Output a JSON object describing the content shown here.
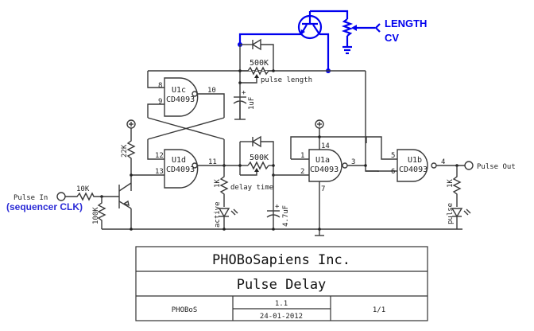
{
  "schematic": {
    "title_block": {
      "company": "PHOBoSapiens Inc.",
      "title": "Pulse Delay",
      "author": "PHOBoS",
      "version": "1.1",
      "date": "24-01-2012",
      "sheet": "1/1"
    },
    "gates": [
      {
        "ref": "U1c",
        "part": "CD4093",
        "pins": {
          "in_a": "8",
          "in_b": "9",
          "out": "10"
        }
      },
      {
        "ref": "U1d",
        "part": "CD4093",
        "pins": {
          "in_a": "12",
          "in_b": "13",
          "out": "11"
        }
      },
      {
        "ref": "U1a",
        "part": "CD4093",
        "pins": {
          "in_a": "1",
          "in_b": "2",
          "out": "3",
          "vdd": "14",
          "vss": "7"
        }
      },
      {
        "ref": "U1b",
        "part": "CD4093",
        "pins": {
          "in_a": "5",
          "in_b": "6",
          "out": "4"
        }
      }
    ],
    "components": {
      "pot_pulse_value": "500K",
      "pot_pulse_label": "pulse length",
      "cap_pulse": "1uF",
      "pot_delay_value": "500K",
      "pot_delay_label": "delay time",
      "cap_delay": "4.7uF",
      "r_pullup": "22K",
      "r_input": "10K",
      "r_pulldown": "100K",
      "r_led_active": "1K",
      "led_active_label": "active",
      "r_led_pulse": "1K",
      "led_pulse_label": "pulse"
    },
    "io": {
      "pulse_in": "Pulse In",
      "pulse_in_note": "(sequencer CLK)",
      "pulse_out": "Pulse Out",
      "cv_label_line1": "LENGTH",
      "cv_label_line2": "CV"
    },
    "colors": {
      "wire": "#3a3a3a",
      "mod": "#0000ee"
    }
  }
}
